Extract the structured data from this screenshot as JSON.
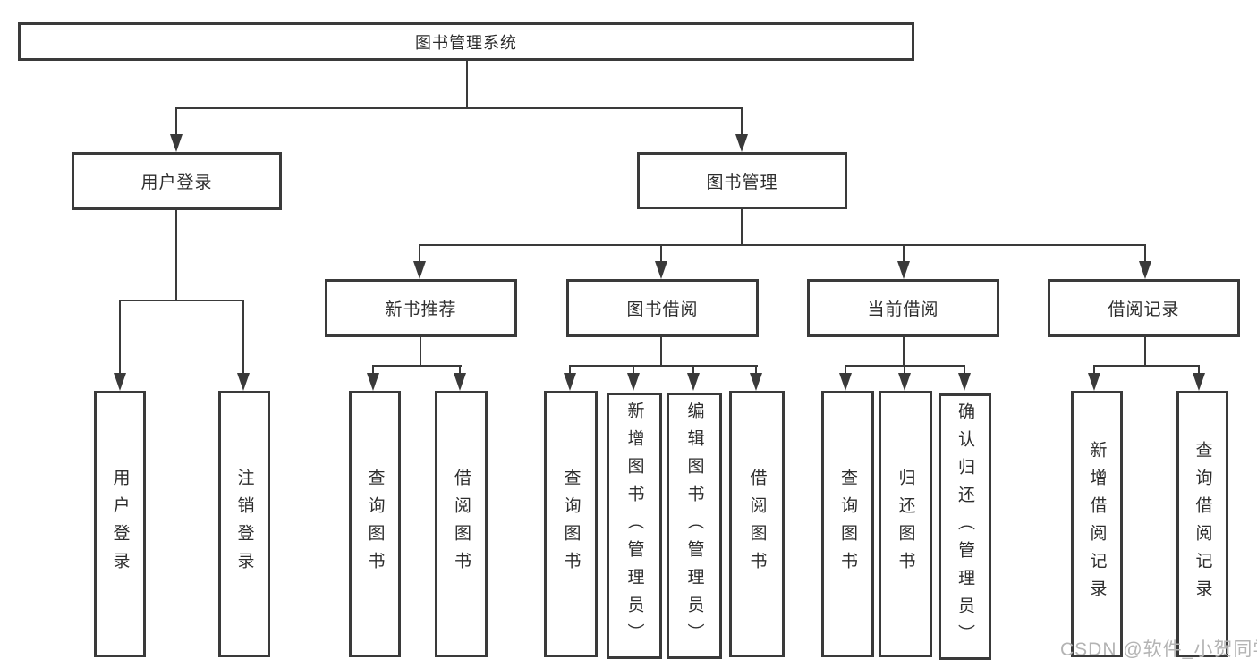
{
  "diagram": {
    "root": "图书管理系统",
    "level2": [
      "用户登录",
      "图书管理"
    ],
    "level3": [
      "新书推荐",
      "图书借阅",
      "当前借阅",
      "借阅记录"
    ],
    "leaves": {
      "user_login": [
        "用户登录",
        "注销登录"
      ],
      "new_book": [
        "查询图书",
        "借阅图书"
      ],
      "book_borrow": [
        "查询图书",
        "新增图书（管理员）",
        "编辑图书（管理员）",
        "借阅图书"
      ],
      "current_borrow": [
        "查询图书",
        "归还图书",
        "确认归还（管理员）"
      ],
      "borrow_record": [
        "新增借阅记录",
        "查询借阅记录"
      ]
    }
  },
  "watermark": "CSDN @软件_小贺同学",
  "colors": {
    "line": "#3a3a3a",
    "text": "#2d2d2d",
    "watermark": "#b4b4b4",
    "background": "#ffffff"
  }
}
